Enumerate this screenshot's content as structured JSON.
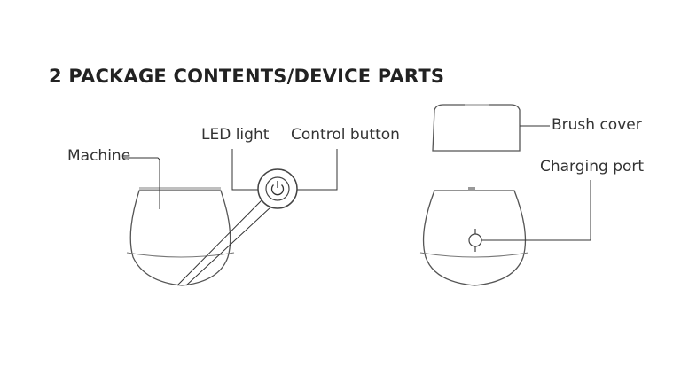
{
  "heading": "2 PACKAGE CONTENTS/DEVICE PARTS",
  "labels": {
    "machine": "Machine",
    "led_light": "LED light",
    "control_button": "Control button",
    "brush_cover": "Brush cover",
    "charging_port": "Charging port"
  },
  "icons": {
    "power": "power-icon",
    "charging_port": "charging-port-icon"
  },
  "colors": {
    "line": "#333333",
    "outline": "#555555",
    "top_band": "#bfbfbf"
  }
}
